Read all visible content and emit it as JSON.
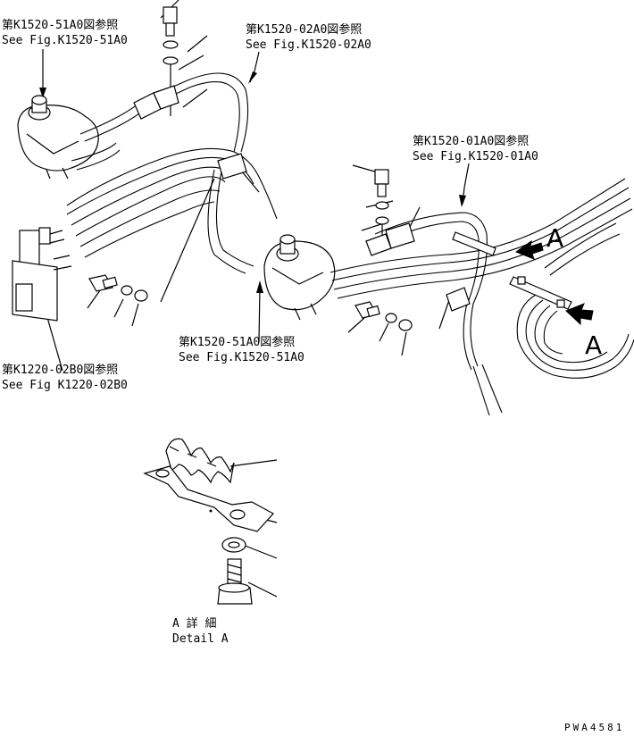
{
  "callouts": {
    "ref_02a0": {
      "jp": "第K1520-02A0図参照",
      "en": "See Fig.K1520-02A0"
    },
    "ref_51a0_top": {
      "jp": "第K1520-51A0図参照",
      "en": "See Fig.K1520-51A0"
    },
    "ref_01a0": {
      "jp": "第K1520-01A0図参照",
      "en": "See Fig.K1520-01A0"
    },
    "ref_51a0_mid": {
      "jp": "第K1520-51A0図参照",
      "en": "See Fig.K1520-51A0"
    },
    "ref_02b0": {
      "jp": "第K1220-02B0図参照",
      "en": "See Fig K1220-02B0"
    }
  },
  "view_markers": {
    "a_upper": "A",
    "a_lower": "A"
  },
  "detail": {
    "jp": "A 詳 細",
    "en": "Detail A"
  },
  "drawing_id": "PWA4581"
}
